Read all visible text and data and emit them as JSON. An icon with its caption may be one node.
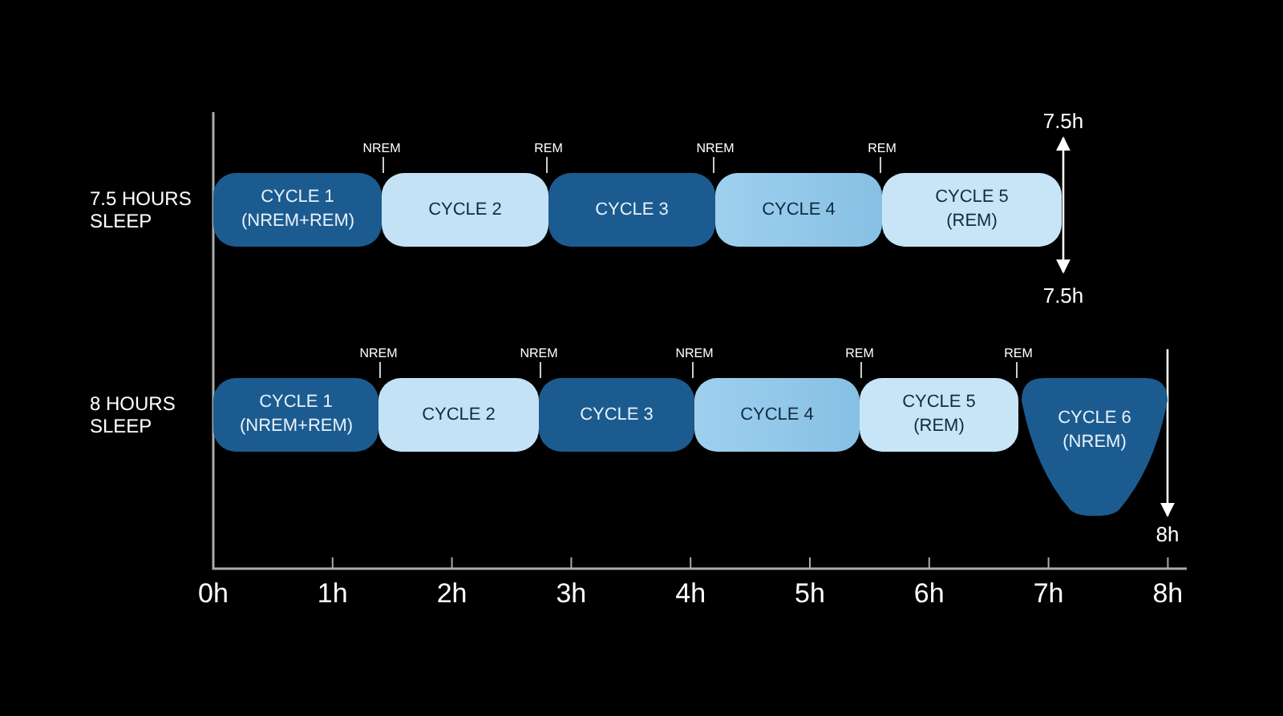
{
  "diagram": {
    "nodes": [
      {
        "text": [
          "NREM"
        ]
      },
      {
        "text": [
          "REM"
        ]
      },
      {
        "text": [
          "NREM"
        ]
      },
      {
        "text": [
          "REM"
        ]
      },
      {
        "text": [
          "CYCLE 1 (NREM+REM)"
        ]
      },
      {
        "text": [
          "CYCLE 2"
        ]
      },
      {
        "text": [
          "CYCLE 3"
        ]
      },
      {
        "text": [
          "CYCLE 4"
        ]
      },
      {
        "text": [
          "CYCLE 5 (REM)"
        ]
      },
      {
        "text": [
          "NREM"
        ]
      },
      {
        "text": [
          "NREM"
        ]
      },
      {
        "text": [
          "NREM"
        ]
      },
      {
        "text": [
          "REM"
        ]
      },
      {
        "text": [
          "REM"
        ]
      },
      {
        "text": [
          "CYCLE 1 (NREM+REM)"
        ]
      },
      {
        "text": [
          "CYCLE 2"
        ]
      },
      {
        "text": [
          "CYCLE 3"
        ]
      },
      {
        "text": [
          "CYCLE 4"
        ]
      },
      {
        "text": [
          "CYCLE 5 (REM)"
        ]
      },
      {
        "text": [
          "CYCLE 6 (NREM)"
        ]
      }
    ],
    "edges": [
      {
        "from": 0,
        "to": 5,
        "arrow": "none"
      },
      {
        "from": 1,
        "to": 5,
        "arrow": "none"
      },
      {
        "from": 2,
        "to": 6,
        "arrow": "none"
      },
      {
        "from": 3,
        "to": 7,
        "arrow": "none"
      },
      {
        "from": 9,
        "to": 15,
        "arrow": "none"
      },
      {
        "from": 10,
        "to": 16,
        "arrow": "none"
      },
      {
        "from": 11,
        "to": 16,
        "arrow": "none"
      },
      {
        "from": 12,
        "to": 18,
        "arrow": "none"
      },
      {
        "from": 13,
        "to": 18,
        "arrow": "none"
      }
    ],
    "labels": [
      "7.5h",
      "7.5 HOURS SLEEP",
      "7.5h",
      "8 HOURS SLEEP",
      "8h",
      "0h",
      "1h",
      "2h",
      "3h",
      "4h",
      "5h",
      "6h",
      "7h",
      "8h"
    ]
  }
}
